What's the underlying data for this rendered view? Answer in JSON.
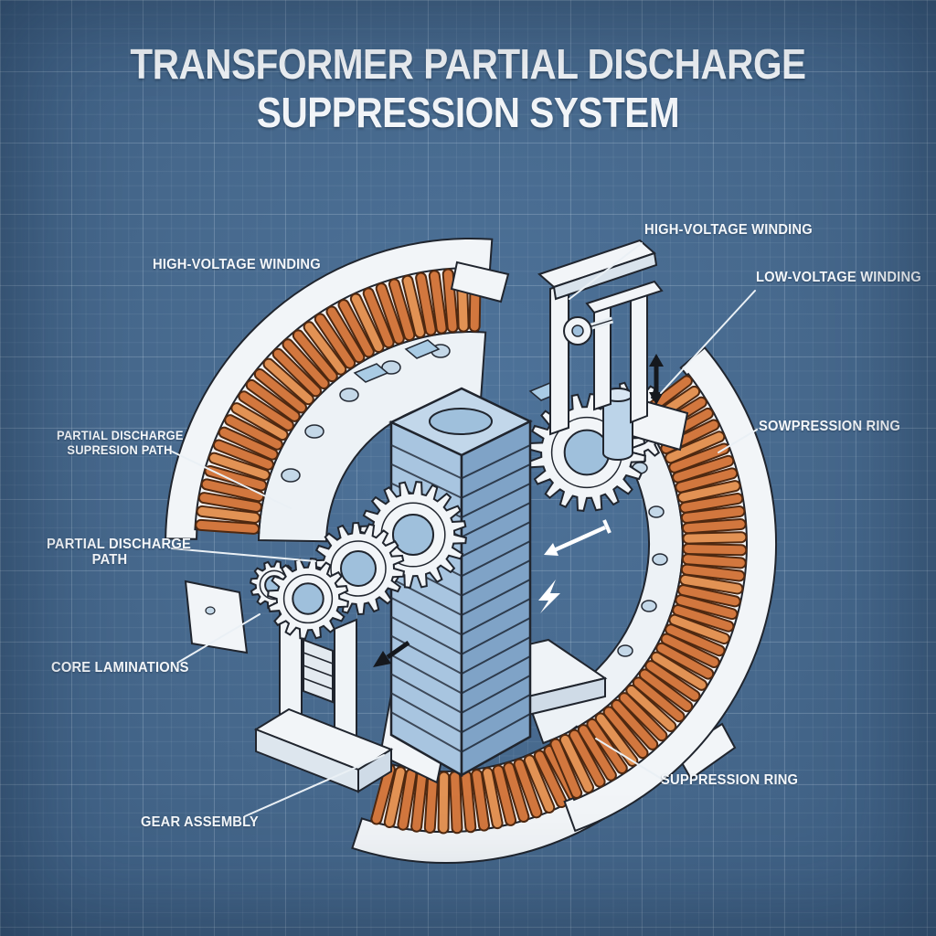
{
  "title": {
    "line1": "TRANSFORMER PARTIAL DISCHARGE",
    "line2": "SUPPRESSION SYSTEM"
  },
  "labels": {
    "hv_winding_left": "HIGH-VOLTAGE WINDING",
    "hv_winding_right": "HIGH-VOLTAGE WINDING",
    "lv_winding": "LOW-VOLTAGE WINDING",
    "suppression_ring_right": "SOWPRESSION RING",
    "pd_suppression_path_line1": "PARTIAL DISCHARGE",
    "pd_suppression_path_line2": "SUPRESION PATH",
    "pd_path_line1": "PARTIAL DISCHARGE",
    "pd_path_line2": "PATH",
    "core_laminations": "CORE LAMINATIONS",
    "gear_assembly": "GEAR ASSEMBLY",
    "suppression_ring_bottom": "SUPPRESSION RING"
  },
  "glyphs": {
    "discharge_bolt": "lightning-bolt-icon",
    "vertical_motion": "double-arrow-vertical-icon",
    "lateral_motion": "double-arrow-diagonal-icon",
    "rotation_arrow": "arrow-down-left-icon"
  },
  "style": {
    "background": "#46688c",
    "grid_line": "#8fadc9",
    "coil_color": "#d2773e",
    "coil_highlight": "#e29254",
    "coil_outline": "#4e2810",
    "structure_white": "#f2f5f8",
    "structure_shade": "#d9e3ec",
    "structure_blue": "#9fc0dc",
    "structure_blue_dark": "#7fa3c7",
    "ink": "#20252e",
    "label_color": "#f4f7fa",
    "leader_color": "#eaf0f5",
    "arrow_black": "#15181d",
    "arrow_white": "#ffffff"
  }
}
